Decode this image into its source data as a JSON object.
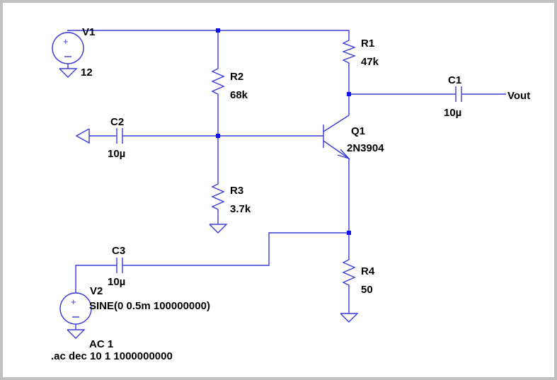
{
  "background_color": "#c0c0c0",
  "wire_color": "#3b3bd6",
  "node_color": "#1010f0",
  "components": {
    "v1": {
      "name": "V1",
      "value": "12"
    },
    "r1": {
      "name": "R1",
      "value": "47k"
    },
    "r2": {
      "name": "R2",
      "value": "68k"
    },
    "r3": {
      "name": "R3",
      "value": "3.7k"
    },
    "r4": {
      "name": "R4",
      "value": "50"
    },
    "c1": {
      "name": "C1",
      "value": "10µ"
    },
    "c2": {
      "name": "C2",
      "value": "10µ"
    },
    "c3": {
      "name": "C3",
      "value": "10µ"
    },
    "q1": {
      "name": "Q1",
      "value": "2N3904"
    },
    "v2": {
      "name": "V2",
      "value": "SINE(0 0.5m 100000000)",
      "ac": "AC 1"
    }
  },
  "net_labels": {
    "vout": "Vout"
  },
  "directive": ".ac dec 10 1 1000000000",
  "icons": [
    "ground-icon",
    "voltage-source-icon",
    "resistor-icon",
    "capacitor-icon",
    "npn-transistor-icon",
    "port-arrow-icon"
  ]
}
